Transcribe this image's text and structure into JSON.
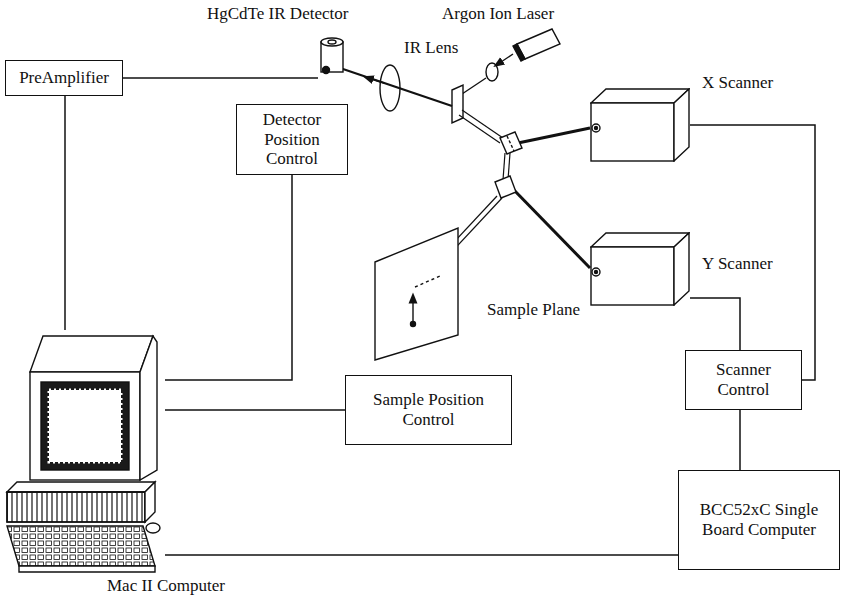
{
  "diagram": {
    "nodes": [
      {
        "text": [
          "PreAmplifier"
        ]
      },
      {
        "text": [
          "HgCdTe IR Detector"
        ]
      },
      {
        "text": [
          "Detector Position Control"
        ]
      },
      {
        "text": [
          "X Scanner"
        ]
      },
      {
        "text": [
          "Y Scanner"
        ]
      },
      {
        "text": [
          "Sample Position Control"
        ]
      },
      {
        "text": [
          "Scanner Control"
        ]
      },
      {
        "text": [
          "BCC52xC Single Board Computer"
        ]
      },
      {
        "text": [
          "Mac II Computer"
        ]
      }
    ],
    "edges": [
      {
        "from": 0,
        "to": 1,
        "arrow": "none"
      },
      {
        "from": 0,
        "to": 8,
        "arrow": "none"
      },
      {
        "from": 2,
        "to": 8,
        "arrow": "none"
      },
      {
        "from": 5,
        "to": 8,
        "arrow": "none"
      },
      {
        "from": 7,
        "to": 8,
        "arrow": "none"
      },
      {
        "from": 3,
        "to": 6,
        "arrow": "none"
      },
      {
        "from": 4,
        "to": 6,
        "arrow": "none"
      },
      {
        "from": 6,
        "to": 7,
        "arrow": "none"
      }
    ],
    "labels": [
      "Argon Ion Laser",
      "IR Lens",
      "Sample Plane"
    ]
  }
}
